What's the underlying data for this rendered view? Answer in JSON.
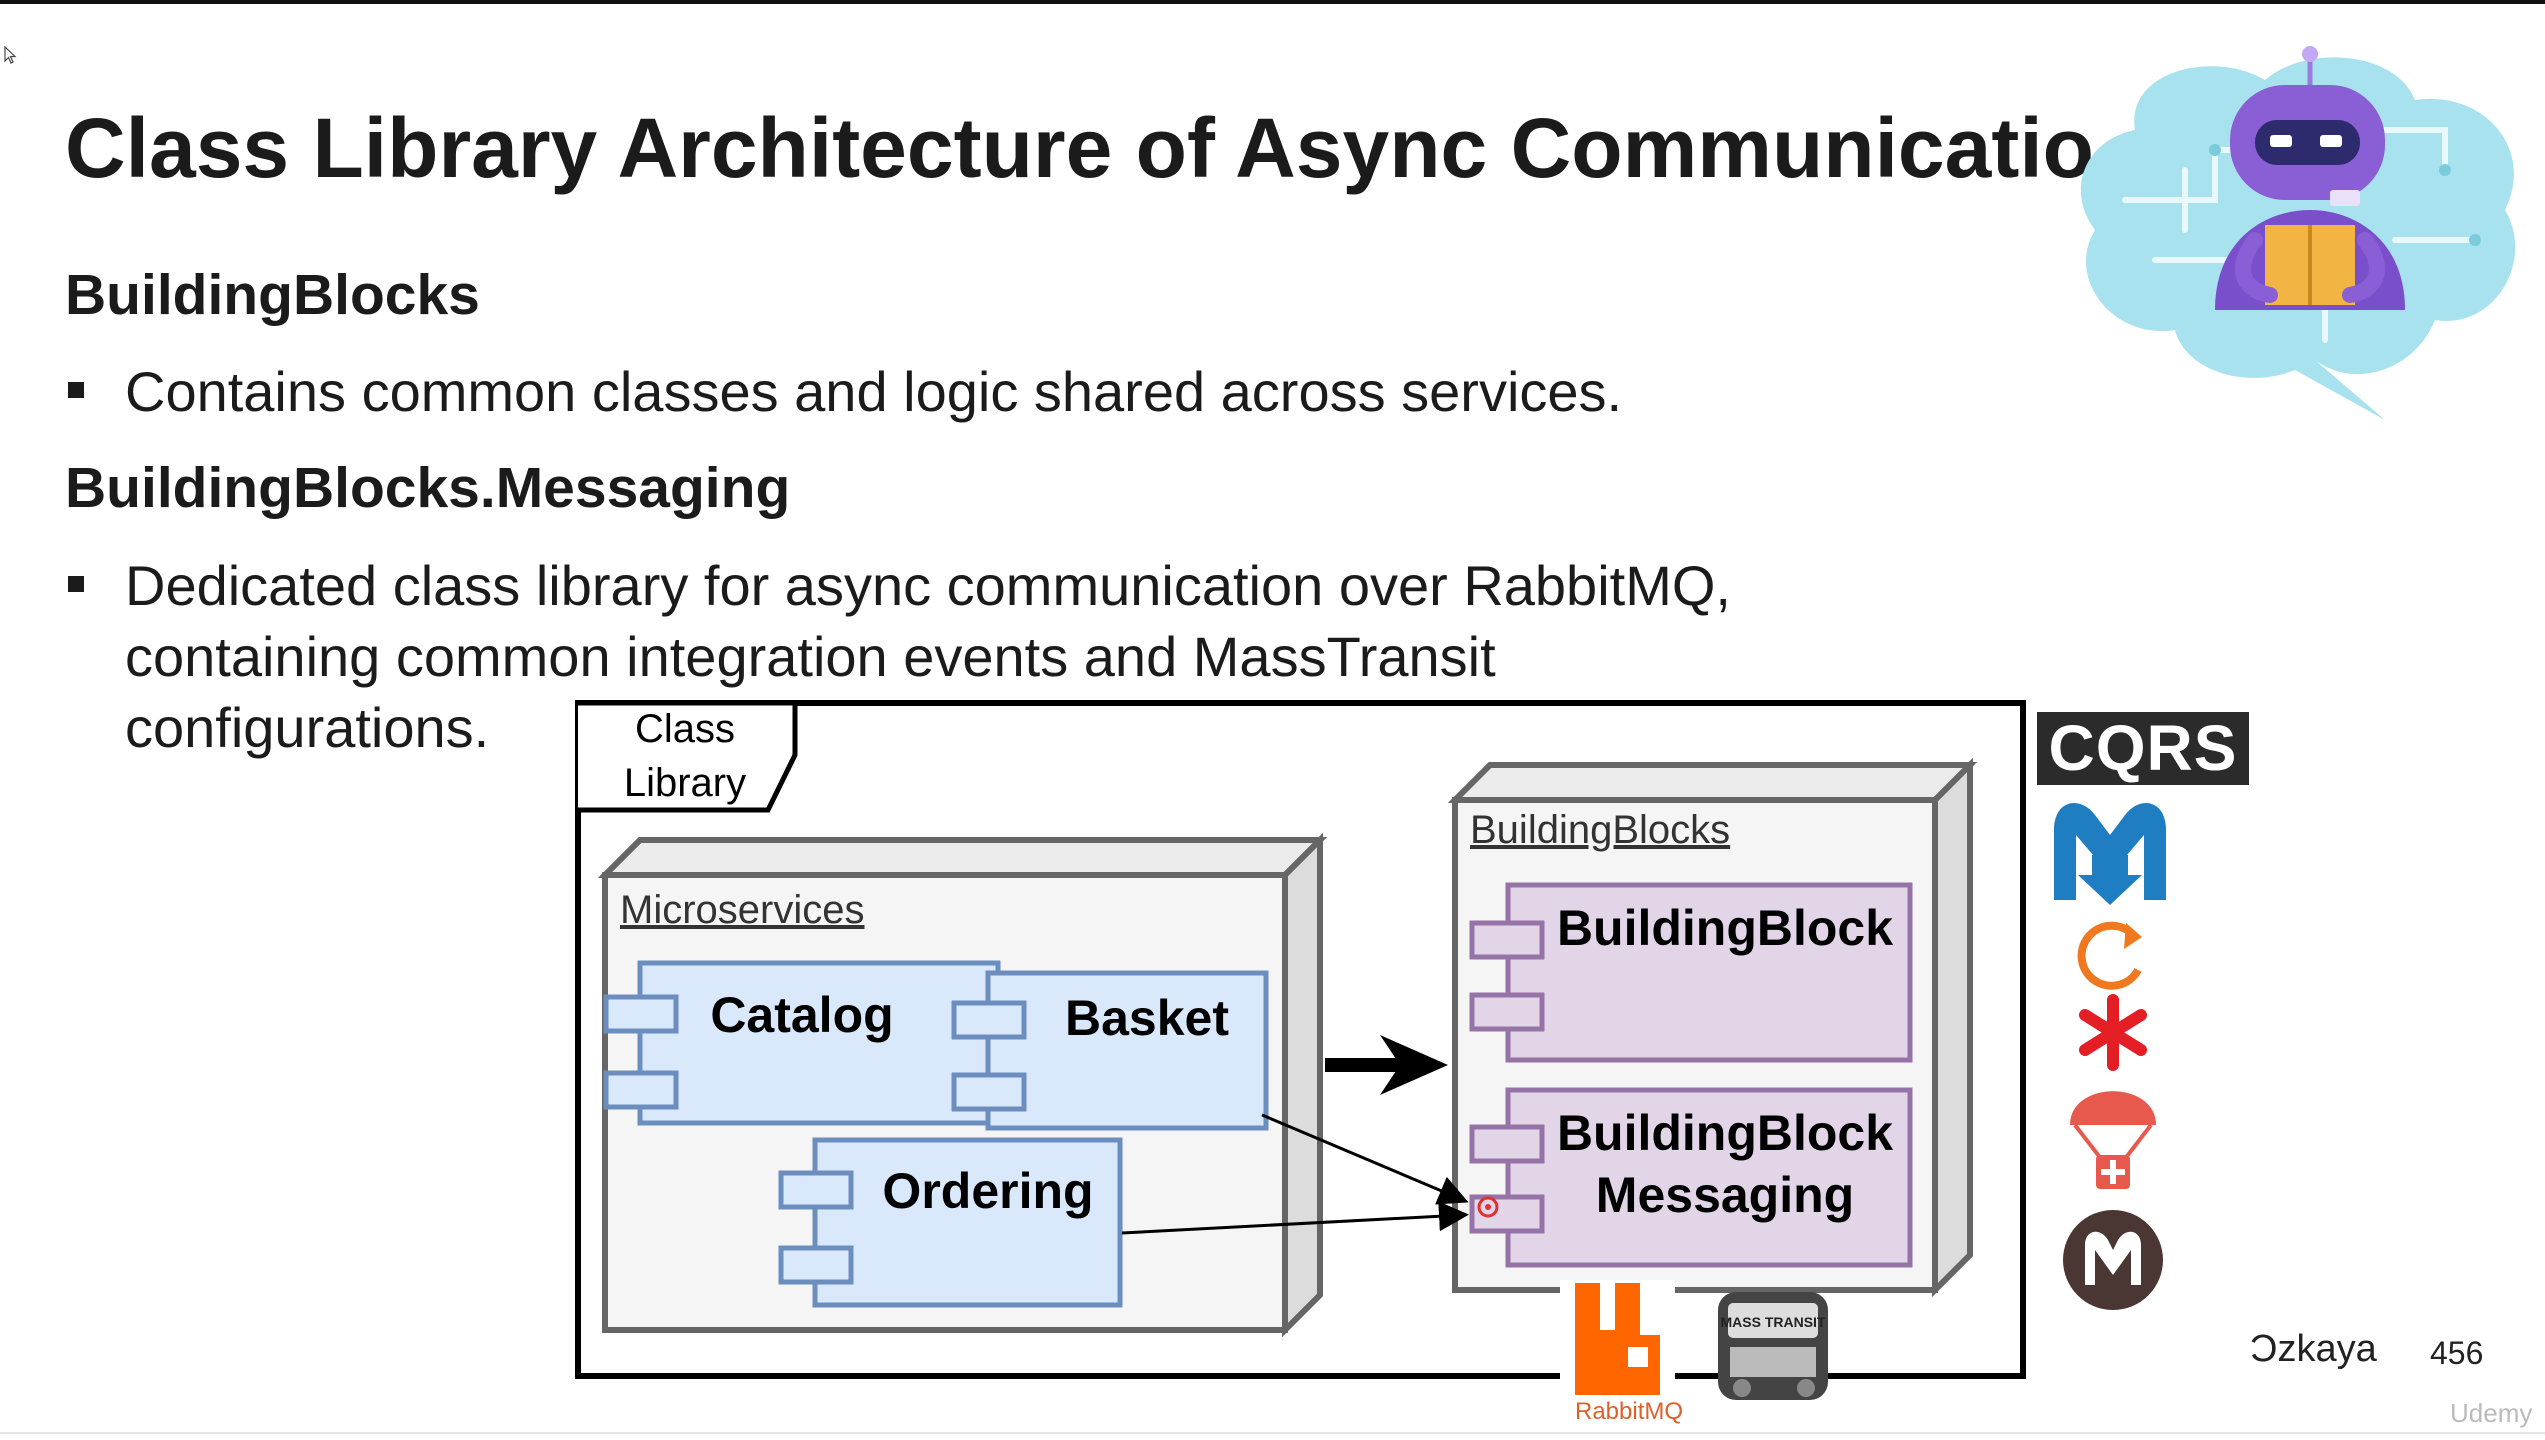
{
  "slide": {
    "title": "Class Library Architecture of Async Communicatio",
    "sections": [
      {
        "heading": "BuildingBlocks",
        "bullet_lines": [
          "Contains common classes and logic shared across services."
        ]
      },
      {
        "heading": "BuildingBlocks.Messaging",
        "bullet_lines": [
          "Dedicated class library for async communication over RabbitMQ,",
          "containing common integration events and MassTransit",
          "configurations."
        ]
      }
    ],
    "author": "Ɔzkaya",
    "page_number": "456",
    "watermark": "Udemy"
  },
  "diagram": {
    "frame_label_line1": "Class",
    "frame_label_line2": "Library",
    "left_node_label": "Microservices",
    "right_node_label": "BuildingBlocks",
    "components": {
      "catalog": "Catalog",
      "basket": "Basket",
      "ordering": "Ordering",
      "building_block": "BuildingBlock",
      "building_block_messaging_line1": "BuildingBlock",
      "building_block_messaging_line2": "Messaging"
    },
    "logos": {
      "rabbitmq": "RabbitMQ",
      "masstransit": "MASS TRANSIT"
    }
  },
  "sidebar_icons": {
    "cqrs": "CQRS",
    "icon_names": [
      "mediatr-icon",
      "refresh-icon",
      "asterisk-icon",
      "parachute-icon",
      "m-logo-icon"
    ]
  },
  "colors": {
    "component_fill": "#dae8fc",
    "component_stroke": "#6c8ebf",
    "block_fill": "#e1d5e7",
    "block_stroke": "#9673a6",
    "node_fill": "#f5f5f5",
    "node_stroke": "#666666",
    "rabbit_orange": "#ff6600",
    "cqrs_bg": "#2b2b2b"
  }
}
